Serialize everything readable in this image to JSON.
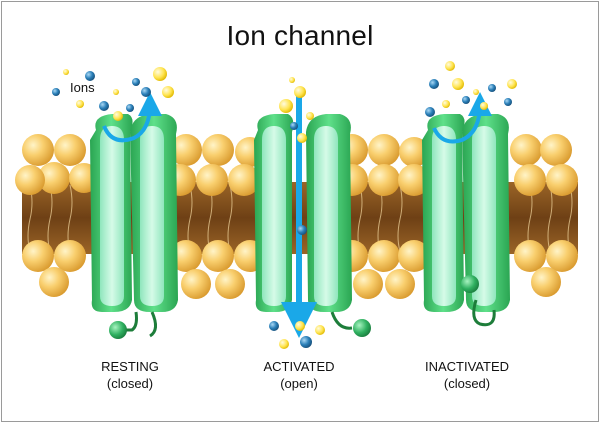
{
  "title": "Ion channel",
  "ions_label": "Ions",
  "states": [
    {
      "name": "RESTING",
      "status": "(closed)"
    },
    {
      "name": "ACTIVATED",
      "status": "(open)"
    },
    {
      "name": "INACTIVATED",
      "status": "(closed)"
    }
  ],
  "colors": {
    "lipid_head": "#f6c35b",
    "lipid_tail": "#8a5a22",
    "channel_dark": "#3cc46a",
    "channel_light": "#aef2d3",
    "ion_yellow": "#ffe34d",
    "ion_blue": "#2a7fb8",
    "arrow": "#1aa8e8",
    "gate_ball": "#2fb060"
  }
}
